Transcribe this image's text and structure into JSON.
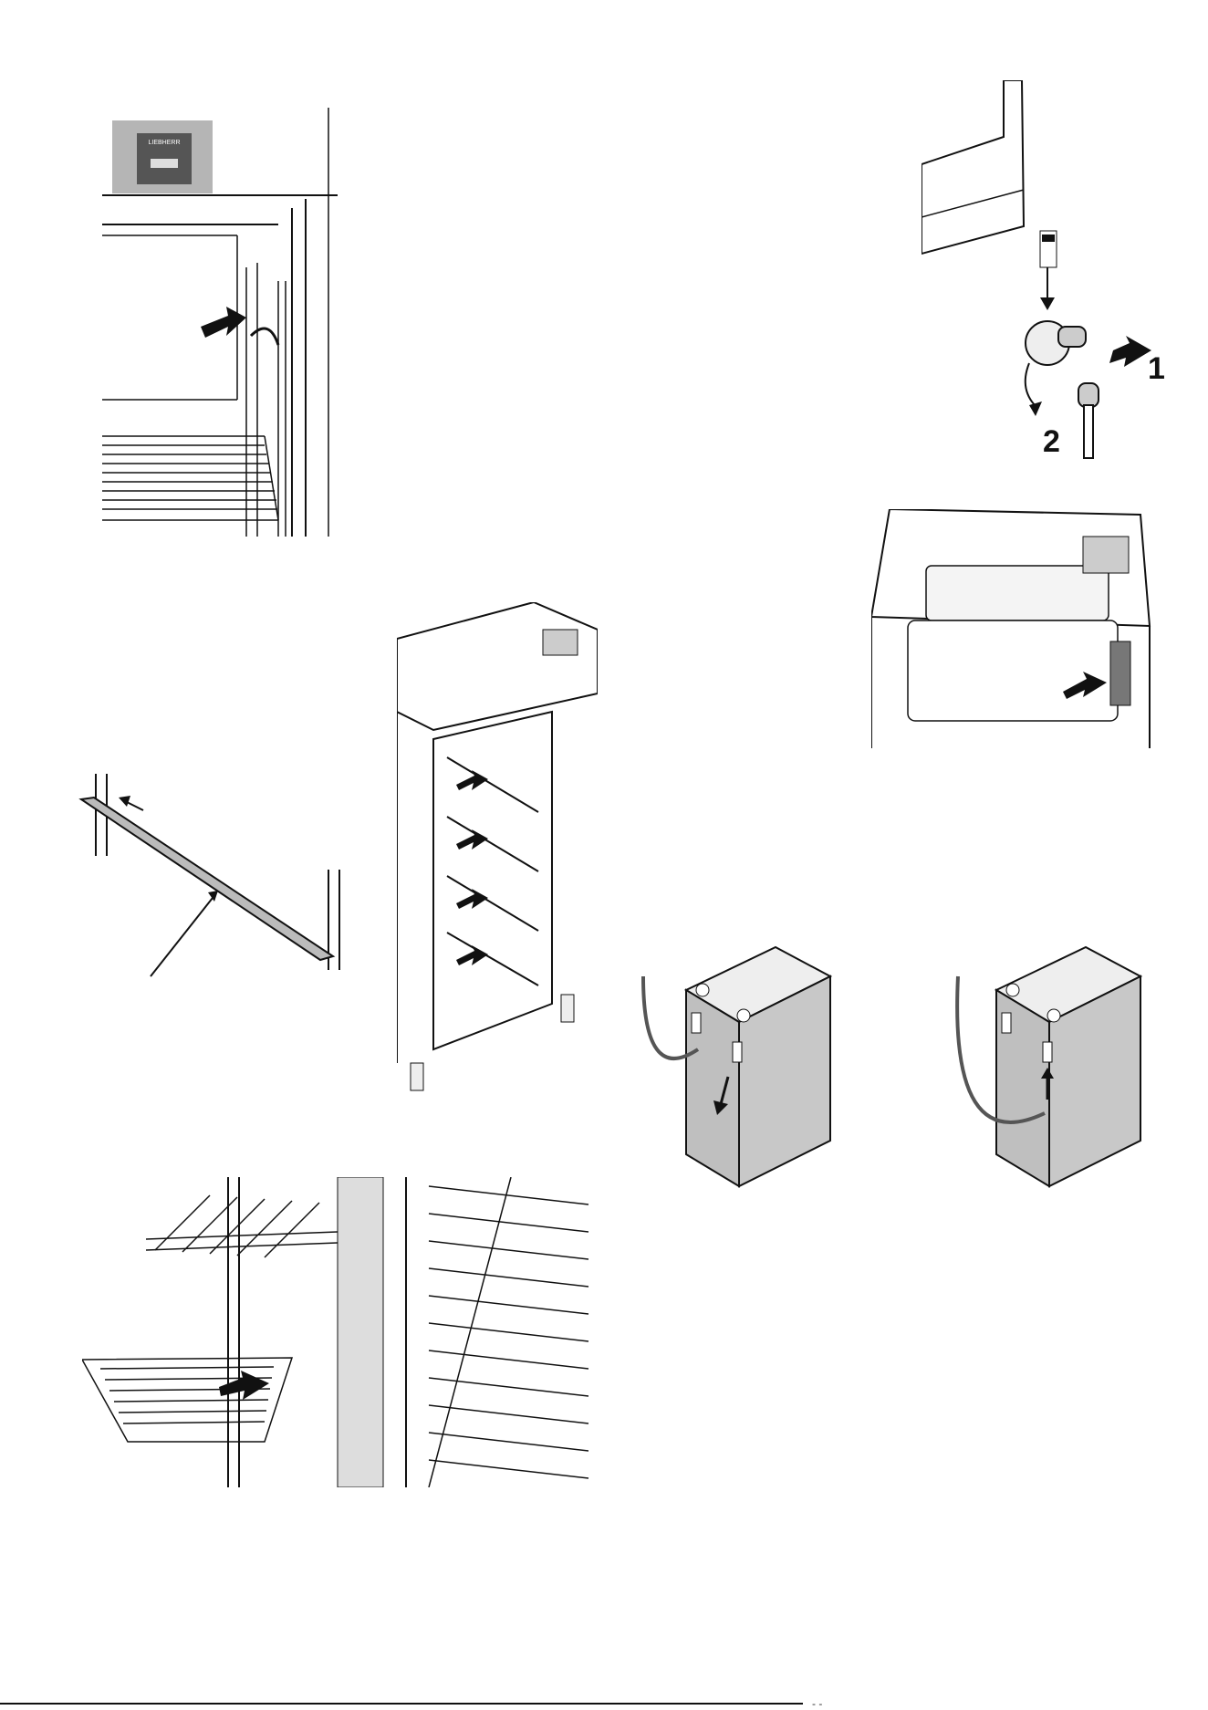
{
  "figures": {
    "top_left": {
      "panel_text": "LIEBHERR"
    },
    "key": {
      "step_1": "1",
      "step_2": "2"
    }
  },
  "footer": {
    "page_mark": "- -"
  },
  "colors": {
    "line": "#111111",
    "panel": "#b5b5b5",
    "battery": "#c8c8c8",
    "dark": "#1a1a1a"
  }
}
